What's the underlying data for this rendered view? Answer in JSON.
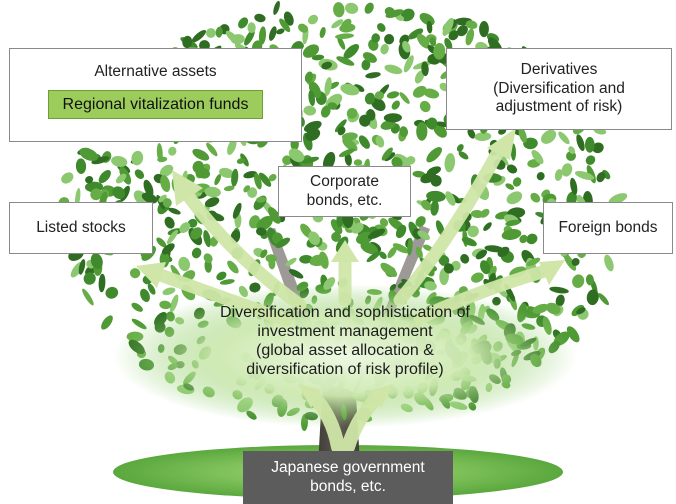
{
  "boxes": {
    "alternative": {
      "title": "Alternative assets",
      "sub": "Regional vitalization funds"
    },
    "derivatives": {
      "line1": "Derivatives",
      "line2": "(Diversification and",
      "line3": "adjustment of risk)"
    },
    "corporate": {
      "line1": "Corporate",
      "line2": "bonds, etc."
    },
    "listed": {
      "title": "Listed stocks"
    },
    "foreign": {
      "title": "Foreign bonds"
    }
  },
  "center": {
    "line1": "Diversification and sophistication of",
    "line2": "investment management",
    "line3": "(global asset allocation &",
    "line4": "diversification of risk profile)"
  },
  "base": {
    "line1": "Japanese government",
    "line2": "bonds, etc."
  },
  "colors": {
    "foliage_dark": "#2f6e22",
    "foliage_mid": "#4f9a35",
    "foliage_light": "#8cc870",
    "arrow": "#cfe6a8",
    "sub_box_fill": "#9ccc5b",
    "base_box": "#5c5c5c",
    "ground": "#6db84e"
  }
}
